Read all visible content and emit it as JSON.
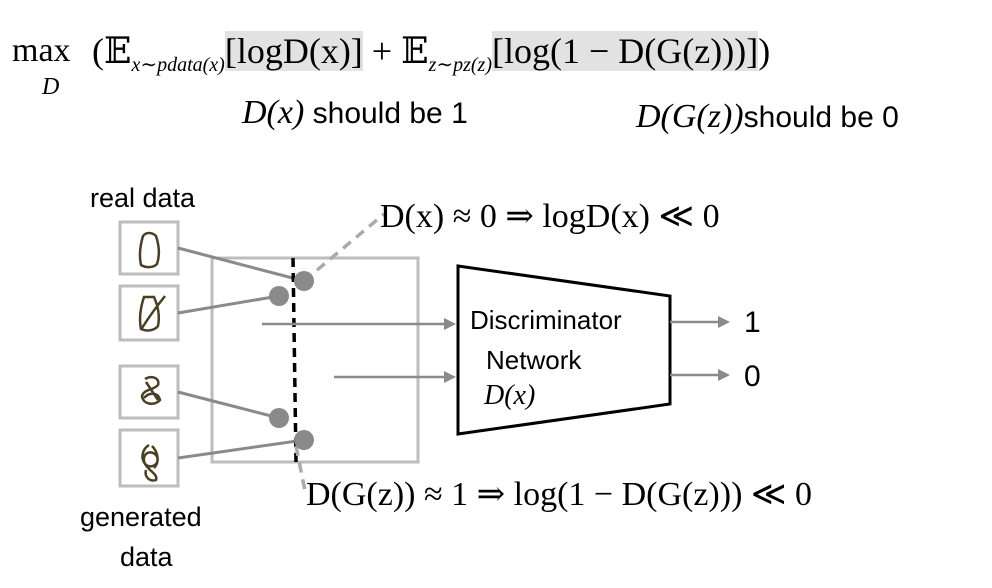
{
  "formula": {
    "max_word": "max",
    "max_sub": "D",
    "open": "(",
    "ex_term": "𝔼",
    "ex_sub": "x∼pdata(x)",
    "ex_bracket": "[logD(x)]",
    "plus": "+",
    "ez_term": "𝔼",
    "ez_sub": "z∼pz(z)",
    "ez_bracket": "[log(1 − D(G(z)))]",
    "close": ")"
  },
  "notes": {
    "real_math": "D(x)",
    "real_text": " should be 1",
    "fake_math": "D(G(z))",
    "fake_text": "should be 0"
  },
  "labels": {
    "real_data": "real data",
    "generated_data_line1": "generated",
    "generated_data_line2": "data"
  },
  "network": {
    "line1": "Discriminator",
    "line2": "Network",
    "line3": "D(x)"
  },
  "outputs": {
    "one": "1",
    "zero": "0"
  },
  "equations": {
    "top": "D(x) ≈ 0 ⇒ logD(x) ≪ 0",
    "bottom": "D(G(z)) ≈ 1 ⇒ log(1 − D(G(z))) ≪ 0"
  },
  "colors": {
    "line_gray": "#8a8a8a",
    "box_border": "#bdbdbd",
    "dot_gray": "#8a8a8a",
    "dashed_black": "#000000",
    "highlight": "#e2e2e2",
    "sketch_ink": "#4a3f22"
  }
}
